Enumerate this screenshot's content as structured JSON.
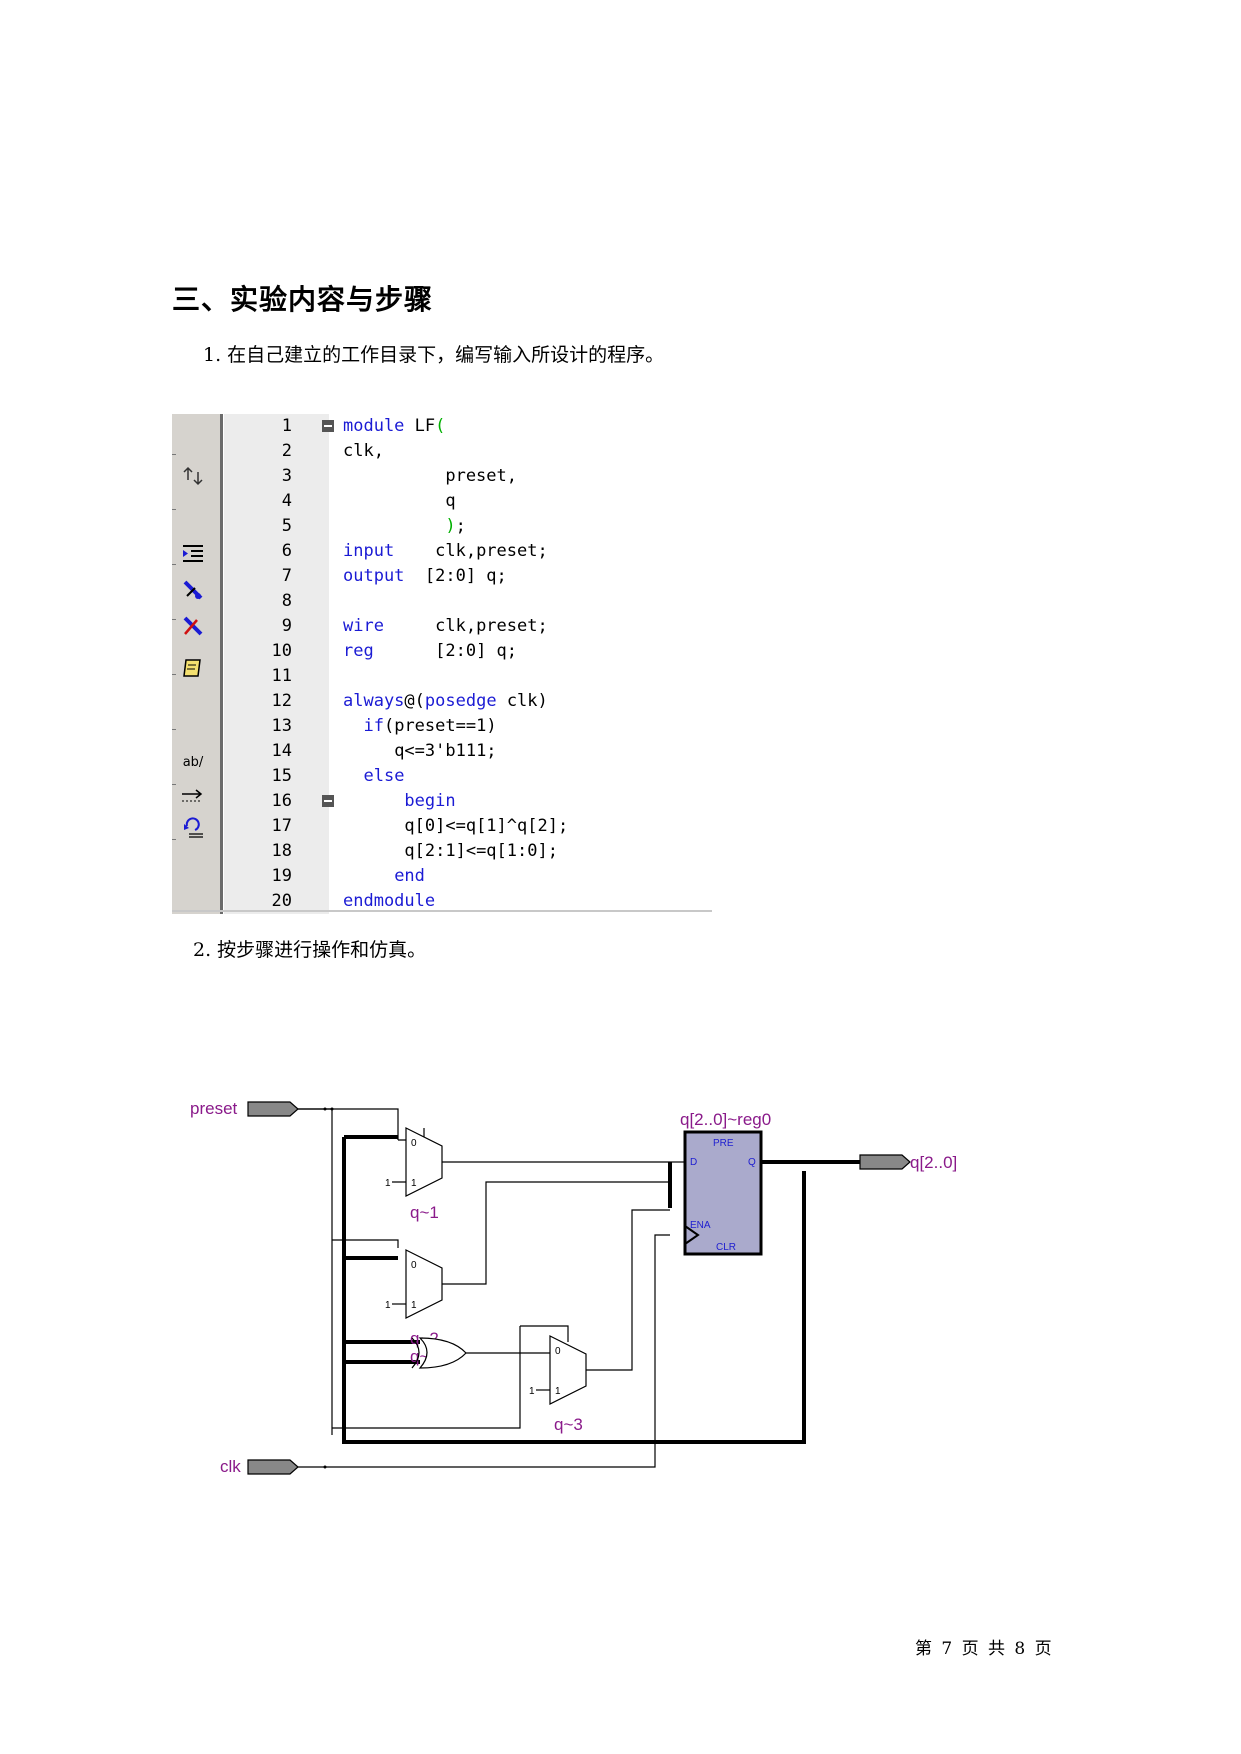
{
  "section_heading": "三、实验内容与步骤",
  "step1": "1. 在自己建立的工作目录下，编写输入所设计的程序。",
  "step2": "2. 按步骤进行操作和仿真。",
  "editor": {
    "toolbar_icons": [
      "find-replace-icon",
      "indent-icon",
      "bookmark-icon",
      "clear-bookmark-icon",
      "script-icon",
      "ab-text-icon",
      "tab-arrow-icon",
      "undo-indent-icon"
    ],
    "toolbar_ab_label": "ab/",
    "lines": [
      {
        "n": "1",
        "fold": true
      },
      {
        "n": "2"
      },
      {
        "n": "3"
      },
      {
        "n": "4"
      },
      {
        "n": "5"
      },
      {
        "n": "6"
      },
      {
        "n": "7"
      },
      {
        "n": "8"
      },
      {
        "n": "9"
      },
      {
        "n": "10"
      },
      {
        "n": "11"
      },
      {
        "n": "12"
      },
      {
        "n": "13"
      },
      {
        "n": "14"
      },
      {
        "n": "15"
      },
      {
        "n": "16",
        "fold": true
      },
      {
        "n": "17"
      },
      {
        "n": "18"
      },
      {
        "n": "19"
      },
      {
        "n": "20"
      }
    ],
    "code": {
      "l1_kw": "module",
      "l1_rest": " LF",
      "l1_paren": "(",
      "l2": "clk,",
      "l3": "          preset,",
      "l4": "          q",
      "l5_paren": ")",
      "l5_semi": ";",
      "l6_kw": "input",
      "l6_rest": "    clk,preset;",
      "l7_kw": "output",
      "l7_rest": "  [2:0] q;",
      "l9_kw": "wire",
      "l9_rest": "     clk,preset;",
      "l10_kw": "reg",
      "l10_rest": "      [2:0] q;",
      "l12_kw": "always",
      "l12_at": "@",
      "l12_paren": "(",
      "l12_kw2": "posedge",
      "l12_rest": " clk)",
      "l13_kw": "if",
      "l13_rest": "(preset==1)",
      "l14": "q<=3'b111;",
      "l15_kw": "else",
      "l16_kw": "begin",
      "l17": "q[0]<=q[1]^q[2];",
      "l18": "q[2:1]<=q[1:0];",
      "l19_kw": "end",
      "l20_kw": "endmodule"
    }
  },
  "schematic": {
    "input_preset": "preset",
    "input_clk": "clk",
    "output_q": "q[2..0]",
    "reg_label": "q[2..0]~reg0",
    "reg_pins": {
      "d": "D",
      "q": "Q",
      "pre": "PRE",
      "ena": "ENA",
      "clr": "CLR"
    },
    "mux_labels": [
      "q~1",
      "q~2",
      "q~3"
    ],
    "xor_label": "q~0",
    "mux_in0": "0",
    "mux_in1": "1",
    "const_one": "1"
  },
  "footer": "第 7 页 共 8 页",
  "colors": {
    "keyword": "#1b1bd4",
    "paren": "#00b000",
    "schematic_label": "#8a1a8a",
    "reg_fill": "#aaaacc",
    "pin_blue": "#2020d0"
  }
}
